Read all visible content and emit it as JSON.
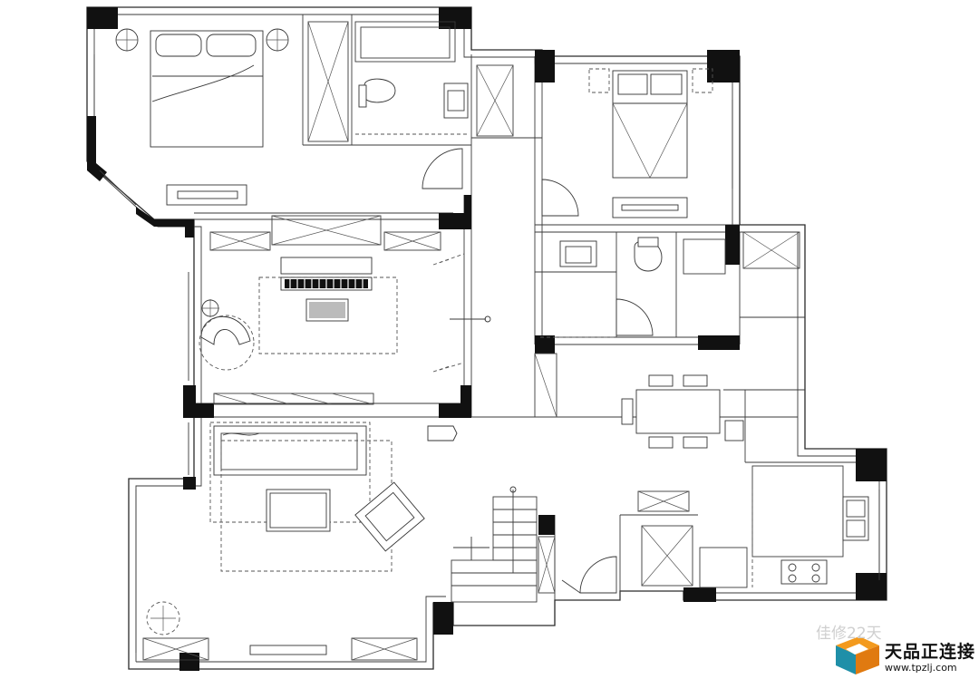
{
  "watermark": {
    "brand": "天品正连接",
    "url": "www.tpzlj.com",
    "faded_text": "佳修22天"
  },
  "colors": {
    "pillar": "#111111",
    "line": "#2a2a2a",
    "logo_orange": "#f39a1e",
    "logo_teal": "#1f8fa8"
  },
  "icons": [
    "toilet-icon",
    "sink-icon",
    "bed-icon",
    "piano-icon",
    "stove-icon",
    "door-swing-icon"
  ]
}
